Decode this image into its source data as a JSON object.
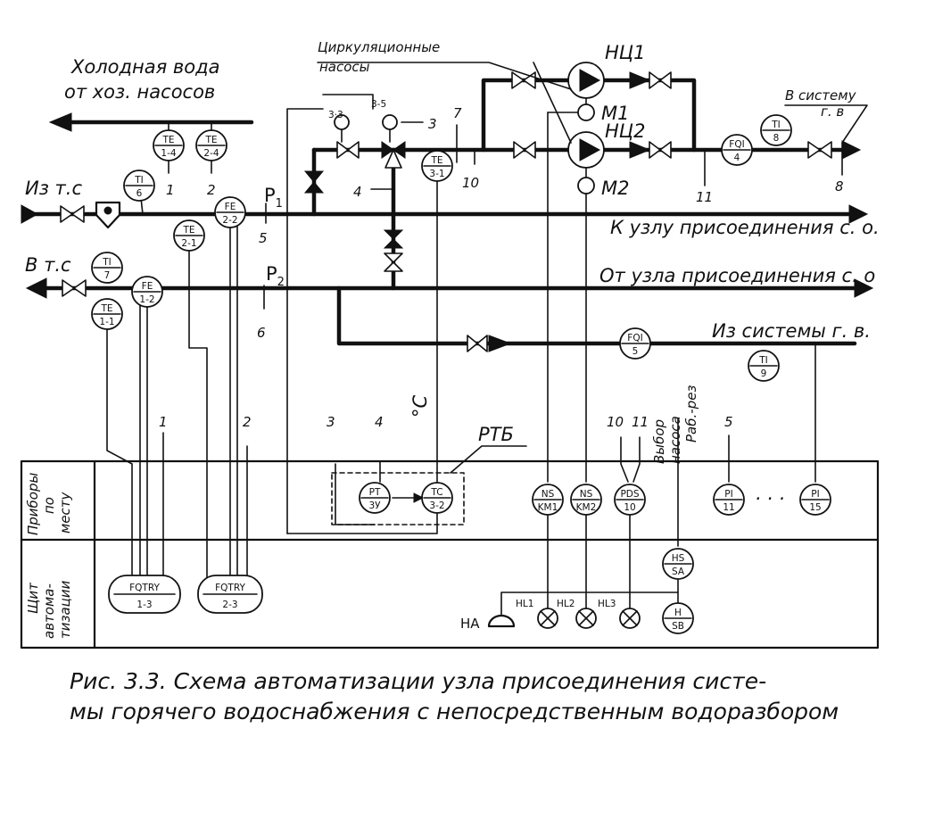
{
  "labels": {
    "cold_water_1": "Холодная вода",
    "cold_water_2": "от хоз. насосов",
    "from_heat_net": "Из т.с",
    "to_heat_net": "В т.с",
    "circ_pumps_1": "Циркуляционные",
    "circ_pumps_2": "насосы",
    "to_system_1": "В систему",
    "to_system_2": "г. в",
    "to_node": "К узлу присоединения с. о.",
    "from_node": "От узла присоединения с. о",
    "from_system": "Из системы г. в.",
    "p1": "P",
    "p1_sub": "1",
    "p2": "P",
    "p2_sub": "2",
    "rtb": "РТБ",
    "degc": "°C",
    "choice_1": "Выбор",
    "choice_2": "насоса",
    "mode": "Раб.-рез",
    "pump1": "НЦ1",
    "pump2": "НЦ2",
    "motor1": "М1",
    "motor2": "М2",
    "ha": "HA",
    "hl1": "HL1",
    "hl2": "HL2",
    "hl3": "HL3",
    "dots": "· · ·"
  },
  "numbers": {
    "n1": "1",
    "n2": "2",
    "n3": "3",
    "n4": "4",
    "n5": "5",
    "n6": "6",
    "n7": "7",
    "n8": "8",
    "n10": "10",
    "n11": "11",
    "n33": "3·3",
    "n35": "3-5",
    "b1": "1",
    "b2": "2",
    "b3": "3",
    "b4": "4",
    "b10": "10",
    "b11": "11",
    "b5": "5"
  },
  "rows": {
    "field_1": "Приборы",
    "field_2": "по",
    "field_3": "месту",
    "panel_1": "Щит",
    "panel_2": "автома-",
    "panel_3": "тизации"
  },
  "instruments": {
    "te14": {
      "top": "TE",
      "bot": "1-4"
    },
    "te24": {
      "top": "TE",
      "bot": "2-4"
    },
    "ti6": {
      "top": "TI",
      "bot": "6"
    },
    "fe22": {
      "top": "FE",
      "bot": "2-2"
    },
    "te21": {
      "top": "TE",
      "bot": "2-1"
    },
    "te31": {
      "top": "TE",
      "bot": "3-1"
    },
    "ti7": {
      "top": "TI",
      "bot": "7"
    },
    "fe12": {
      "top": "FE",
      "bot": "1-2"
    },
    "te11": {
      "top": "TE",
      "bot": "1-1"
    },
    "fqi4": {
      "top": "FQI",
      "bot": "4"
    },
    "ti8": {
      "top": "TI",
      "bot": "8"
    },
    "fqi5": {
      "top": "FQI",
      "bot": "5"
    },
    "ti9": {
      "top": "TI",
      "bot": "9"
    },
    "pt3u": {
      "top": "PT",
      "bot": "3У"
    },
    "tc32": {
      "top": "TC",
      "bot": "3-2"
    },
    "nskm1": {
      "top": "NS",
      "bot": "KM1"
    },
    "nskm2": {
      "top": "NS",
      "bot": "KM2"
    },
    "pds10": {
      "top": "PDS",
      "bot": "10"
    },
    "pi11": {
      "top": "PI",
      "bot": "11"
    },
    "pi15": {
      "top": "PI",
      "bot": "15"
    },
    "hssa": {
      "top": "HS",
      "bot": "SA"
    },
    "hsb": {
      "top": "H",
      "bot": "SB"
    },
    "fqtry13": {
      "top": "FQTRY",
      "bot": "1-3"
    },
    "fqtry23": {
      "top": "FQTRY",
      "bot": "2-3"
    }
  },
  "caption": {
    "line1": "Рис. 3.3. Схема автоматизации узла присоединения систе-",
    "line2": "мы горячего водоснабжения с непосредственным водоразбором"
  }
}
